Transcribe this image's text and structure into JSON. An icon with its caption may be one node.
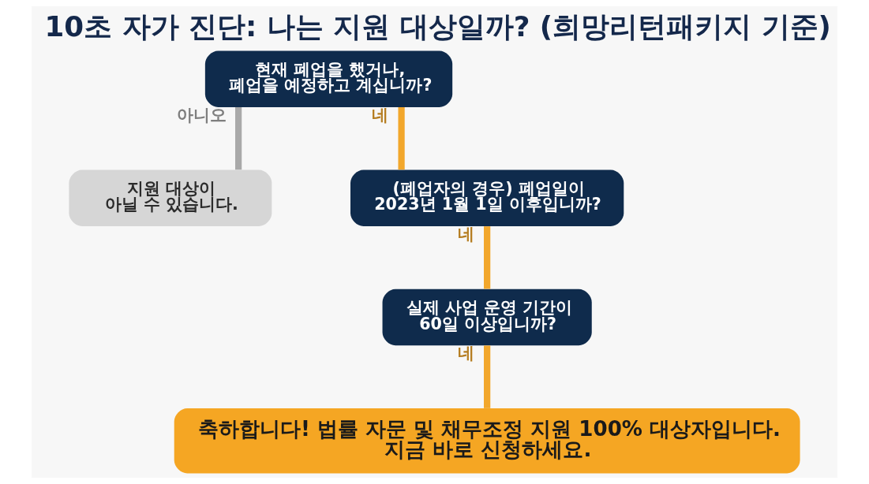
{
  "diagram": {
    "title": "10초 자가 진단: 나는 지원 대상일까? (희망리턴패키지 기준)",
    "nodes": [
      {
        "text": [
          "현재 폐업을 했거나, 폐업을 예정하고 계십니까?"
        ]
      },
      {
        "text": [
          "지원 대상이 아닐 수 있습니다."
        ]
      },
      {
        "text": [
          "(폐업자의 경우) 폐업일이 2023년 1월 1일 이후입니까?"
        ]
      },
      {
        "text": [
          "실제 사업 운영 기간이 60일 이상입니까?"
        ]
      },
      {
        "text": [
          "축하합니다! 법률 자문 및 채무조정 지원 100% 대상자입니다. 지금 바로 신청하세요."
        ]
      }
    ],
    "edges": [
      {
        "from": 0,
        "to": 1,
        "label": "아니오",
        "arrow": "none",
        "color": "#a9a9a9"
      },
      {
        "from": 0,
        "to": 2,
        "label": "네",
        "arrow": "none"
      },
      {
        "from": 2,
        "to": 3,
        "label": "네",
        "arrow": "none"
      },
      {
        "from": 3,
        "to": 4,
        "label": "네",
        "arrow": "none"
      }
    ]
  }
}
